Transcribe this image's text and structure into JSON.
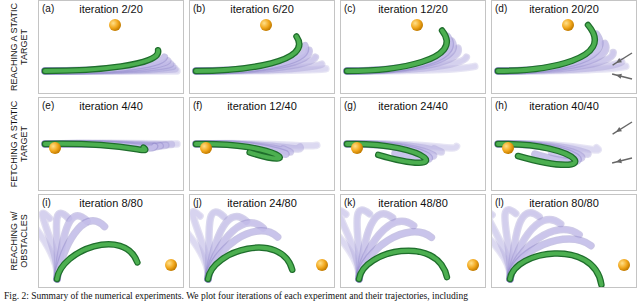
{
  "diagram": {
    "caption": "Fig. 2: Summary of the numerical experiments. We plot four iterations of each experiment and their trajectories, including",
    "nodes": [
      {
        "text": [
          "(a)",
          "iteration 2/20"
        ]
      },
      {
        "text": [
          "(b)",
          "iteration 6/20"
        ]
      },
      {
        "text": [
          "(c)",
          "iteration 12/20"
        ]
      },
      {
        "text": [
          "(d)",
          "iteration 20/20"
        ]
      },
      {
        "text": [
          "(e)",
          "iteration 4/40"
        ]
      },
      {
        "text": [
          "(f)",
          "iteration 12/40"
        ]
      },
      {
        "text": [
          "(g)",
          "iteration 24/40"
        ]
      },
      {
        "text": [
          "(h)",
          "iteration 40/40"
        ]
      },
      {
        "text": [
          "(i)",
          "iteration 8/80"
        ]
      },
      {
        "text": [
          "(j)",
          "iteration 24/80"
        ]
      },
      {
        "text": [
          "(k)",
          "iteration 48/80"
        ]
      },
      {
        "text": [
          "(l)",
          "iteration 80/80"
        ]
      }
    ],
    "labels": [
      "REACHING A STATIC TARGET",
      "FETCHING A STATIC TARGET",
      "REACHING w/ OBSTACLES"
    ]
  }
}
